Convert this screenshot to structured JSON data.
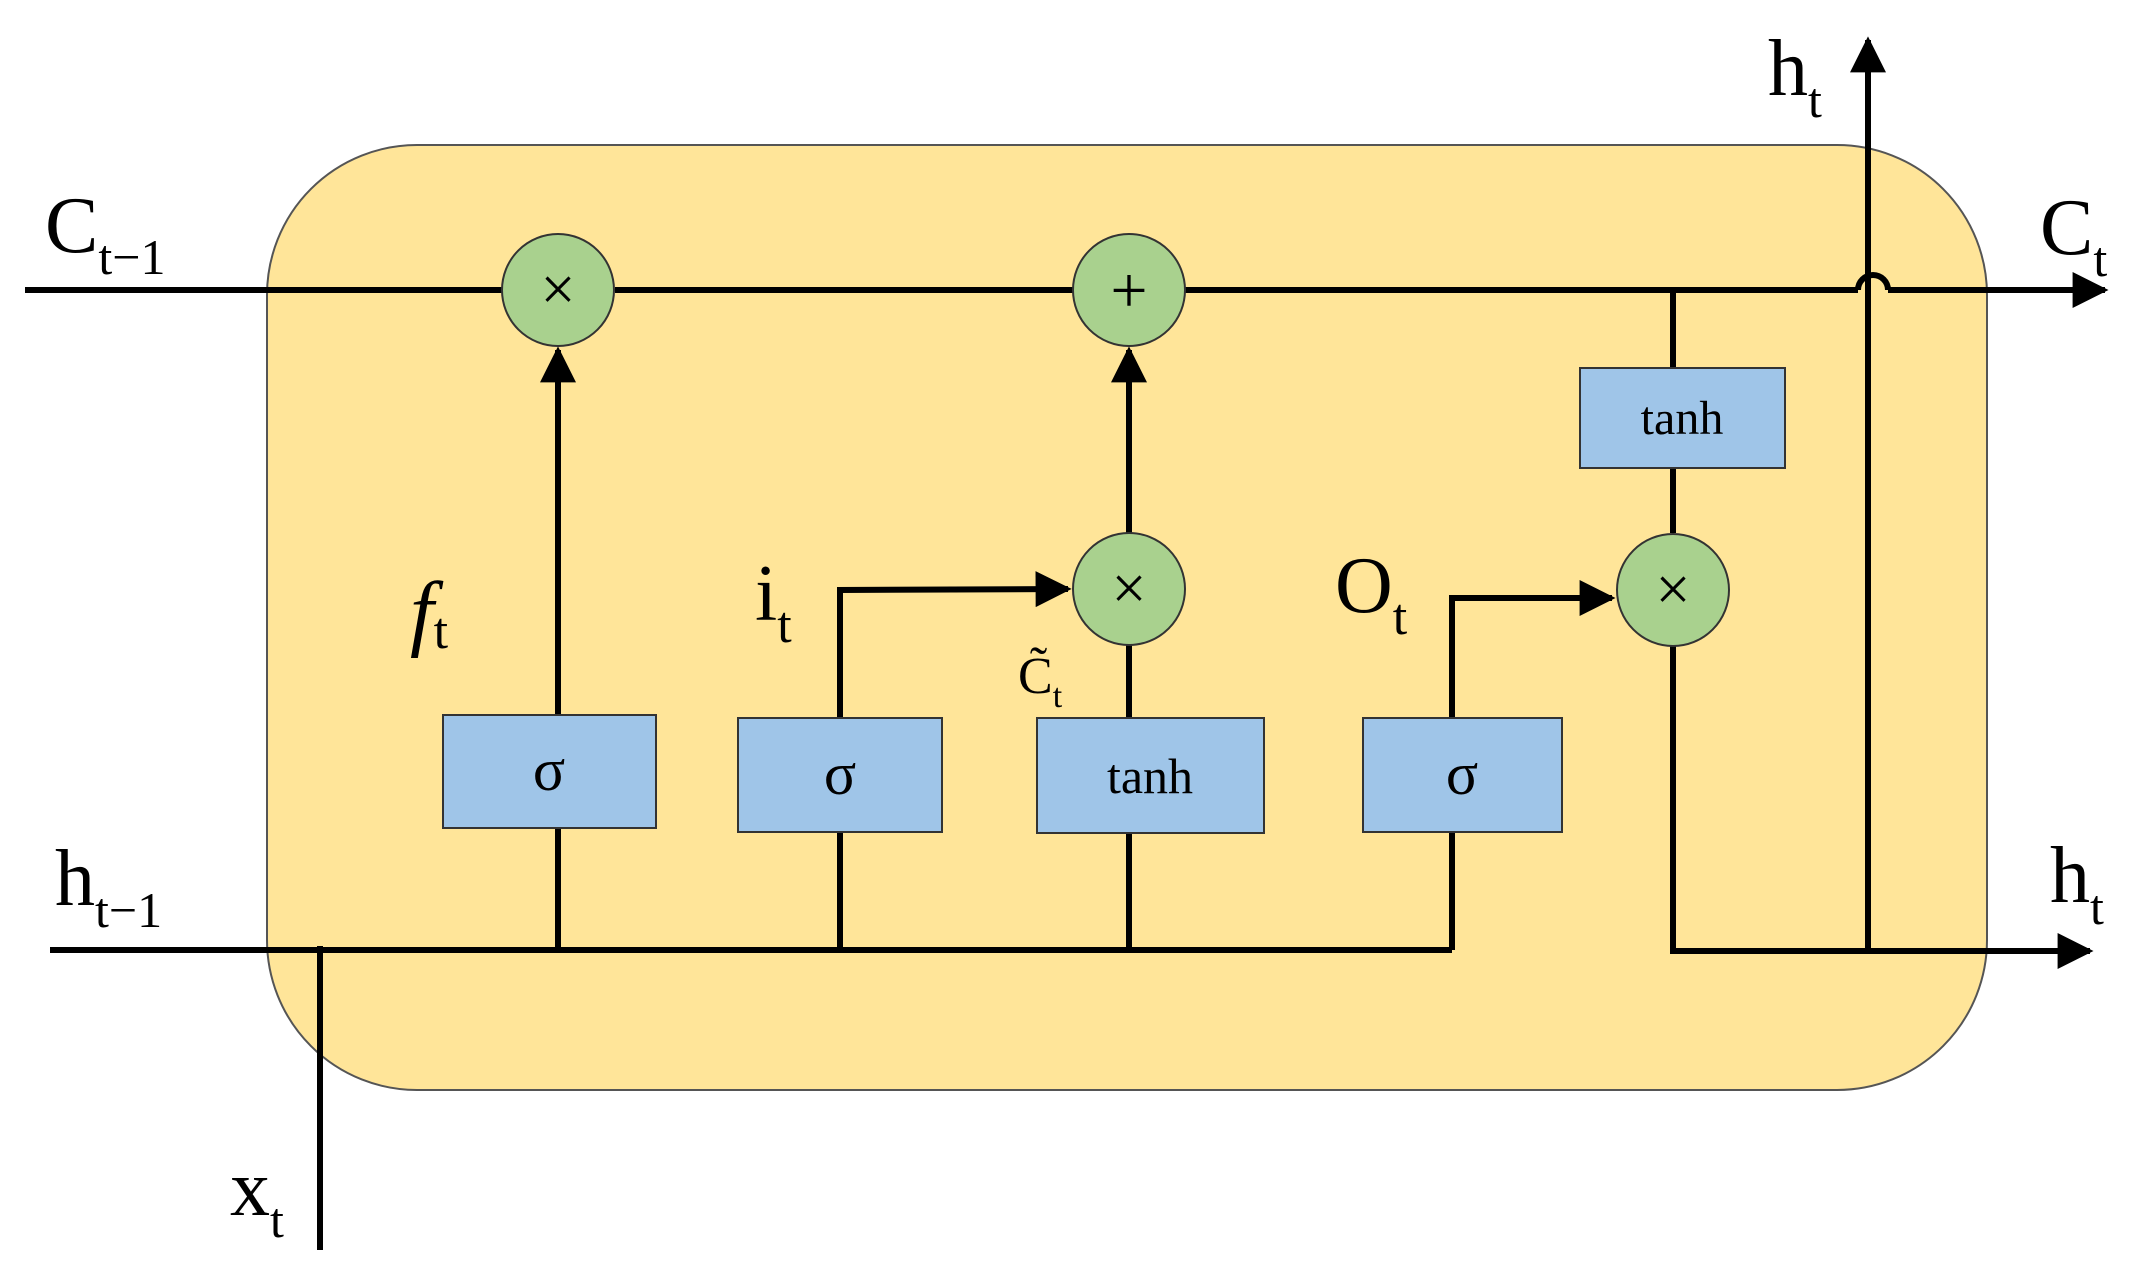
{
  "colors": {
    "cell_fill": "#FFE599",
    "cell_stroke": "#555555",
    "gate_fill": "#9FC5E8",
    "gate_stroke": "#333333",
    "op_fill": "#A9D18E",
    "op_stroke": "#333333",
    "line": "#000000"
  },
  "inputs": {
    "c_prev": {
      "base": "C",
      "sub": "t−1"
    },
    "h_prev": {
      "base": "h",
      "sub": "t−1"
    },
    "x": {
      "base": "x",
      "sub": "t"
    }
  },
  "outputs": {
    "c_out": {
      "base": "C",
      "sub": "t"
    },
    "h_out_right": {
      "base": "h",
      "sub": "t"
    },
    "h_out_top": {
      "base": "h",
      "sub": "t"
    }
  },
  "gates": {
    "forget": {
      "symbol": "σ",
      "label_base": "f",
      "label_sub": "t"
    },
    "input": {
      "symbol": "σ",
      "label_base": "i",
      "label_sub": "t"
    },
    "candidate": {
      "symbol": "tanh",
      "label_base": "C̃",
      "label_sub": "t"
    },
    "output": {
      "symbol": "σ",
      "label_base": "O",
      "label_sub": "t"
    },
    "cell_tanh": {
      "symbol": "tanh"
    }
  },
  "operators": {
    "forget_mult": "×",
    "add": "+",
    "input_mult": "×",
    "output_mult": "×"
  }
}
